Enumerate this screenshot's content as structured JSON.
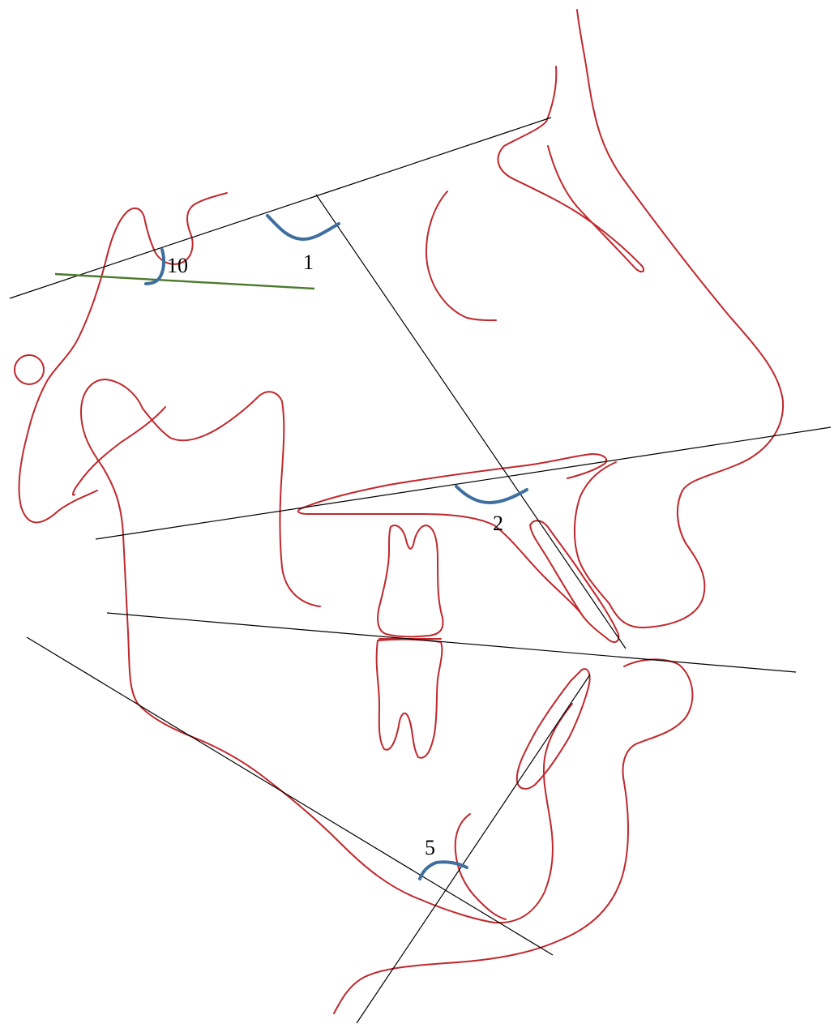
{
  "diagram": {
    "colors": {
      "tracing": "#c0282d",
      "reference_line": "#000000",
      "frankfort_line": "#4a7a2c",
      "angle_arc": "#3f6f9e",
      "label": "#000000"
    },
    "angle_labels": {
      "sn_line_angle": "1",
      "palatal_angle": "2",
      "mandibular_angle": "5",
      "fh_angle": "10"
    }
  }
}
